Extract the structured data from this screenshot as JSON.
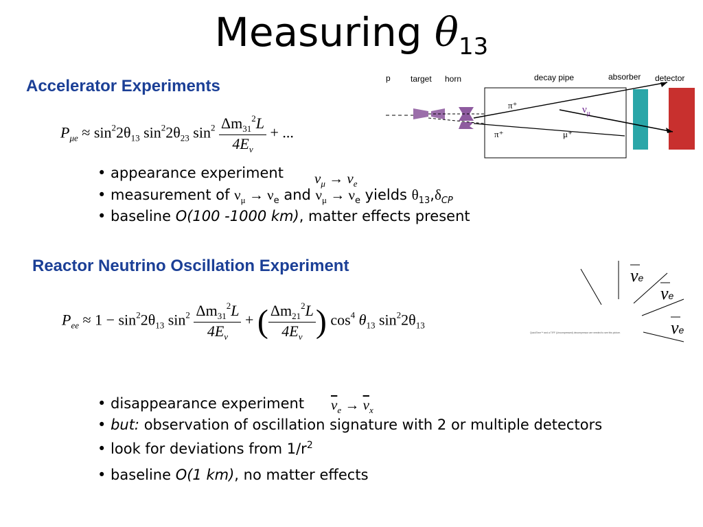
{
  "title": {
    "main": "Measuring ",
    "symbol": "θ",
    "sub": "13"
  },
  "accelerator": {
    "heading": "Accelerator Experiments",
    "formula": {
      "lhs": "P",
      "lhs_sub": "μe",
      "approx": "≈",
      "t1": "sin",
      "t1_pow": "2",
      "t1_arg": "2θ",
      "t1_sub": "13",
      "t2": "sin",
      "t2_pow": "2",
      "t2_arg": "2θ",
      "t2_sub": "23",
      "t3": "sin",
      "t3_pow": "2",
      "num": "Δm",
      "num_sub": "31",
      "num_pow": "2",
      "num_L": "L",
      "den": "4E",
      "den_sub": "ν",
      "tail": "+ ..."
    },
    "inline_formula": {
      "a": "ν",
      "a_sub": "μ",
      "arrow": "→",
      "b": "ν",
      "b_sub": "e"
    },
    "bullets": {
      "b1": "• appearance experiment",
      "b2_pre": "• measurement of ",
      "b2_nu1": "ν",
      "b2_nu1_sub": "μ",
      "b2_arrow1": " → ",
      "b2_nu2": "ν",
      "b2_nu2_sub": "e",
      "b2_and": " and ",
      "b2_nu3": "ν",
      "b2_nu3_sub": "μ",
      "b2_arrow2": " → ",
      "b2_nu4": "ν",
      "b2_nu4_sub": "e",
      "b2_yields": " yields ",
      "b2_theta": "θ",
      "b2_theta_sub": "13",
      "b2_comma": ",",
      "b2_delta": "δ",
      "b2_delta_sub": "CP",
      "b3_pre": "• baseline ",
      "b3_it": "O(100 -1000 km)",
      "b3_post": ", matter effects present"
    },
    "diagram": {
      "labels": {
        "p": "p",
        "target": "target",
        "horn": "horn",
        "decay_pipe": "decay pipe",
        "absorber": "absorber",
        "detector": "detector"
      },
      "particles": {
        "pi_plus_upper": "π⁺",
        "pi_plus_lower": "π⁺",
        "mu_plus": "μ⁺",
        "nu": "ν",
        "nu_sub": "μ"
      },
      "colors": {
        "absorber": "#2aa6a8",
        "detector": "#c8302e",
        "horn": "#7a3e8e",
        "nu": "#6a1f8c"
      }
    }
  },
  "reactor": {
    "heading": "Reactor Neutrino Oscillation Experiment",
    "formula": {
      "lhs": "P",
      "lhs_sub": "ee",
      "approx": "≈",
      "one": "1 − ",
      "t1": "sin",
      "t1_pow": "2",
      "t1_arg": "2θ",
      "t1_sub": "13",
      "t2": "sin",
      "t2_pow": "2",
      "f1_num": "Δm",
      "f1_num_sub": "31",
      "f1_num_pow": "2",
      "f1_L": "L",
      "f1_den": "4E",
      "f1_den_sub": "ν",
      "plus": "+",
      "f2_num": "Δm",
      "f2_num_sub": "21",
      "f2_num_pow": "2",
      "f2_L": "L",
      "f2_den": "4E",
      "f2_den_sub": "ν",
      "cos": "cos",
      "cos_pow": "4",
      "cos_arg": "θ",
      "cos_sub": "13",
      "t3": "sin",
      "t3_pow": "2",
      "t3_arg": "2θ",
      "t3_sub": "13"
    },
    "inline_formula": {
      "a": "ν",
      "a_sub": "e",
      "arrow": "→",
      "b": "ν",
      "b_sub": "x"
    },
    "bullets": {
      "b1": "• disappearance experiment",
      "b2_pre": "• ",
      "b2_it": "but:",
      "b2_post": " observation of oscillation signature with 2 or multiple detectors",
      "b3": "• look for deviations from 1/r",
      "b3_sup": "2",
      "b4_pre": "• baseline ",
      "b4_it": "O(1 km)",
      "b4_post": ", no matter effects"
    },
    "diagram": {
      "nu1": "ν",
      "nu1_sub": "e",
      "nu2": "ν",
      "nu2_sub": "e",
      "nu3": "ν",
      "nu3_sub": "e",
      "fine_print": "QuickTime™ and a TIFF (Uncompressed) decompressor are needed to see this picture."
    }
  }
}
